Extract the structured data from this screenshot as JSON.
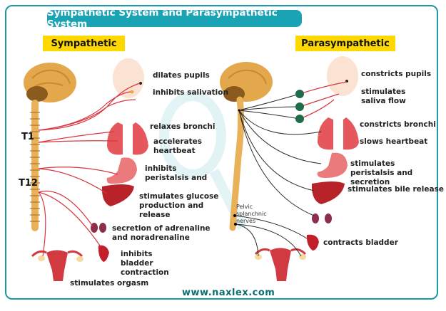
{
  "title": "Sympathetic System and Parasympathetic System",
  "colors": {
    "frame": "#1a9aa8",
    "title_bg": "#1aa3b3",
    "label_bg": "#ffd800",
    "sympathetic_nerve": "#d9363e",
    "parasympathetic_nerve": "#2b2b2b",
    "ganglion": "#1f6b4a",
    "spine": "#e9b25a",
    "footer": "#0b6e72"
  },
  "sympathetic": {
    "label": "Sympathetic",
    "vertebra_labels": [
      "T1",
      "T12"
    ],
    "effects": [
      {
        "organ": "eye",
        "text": "dilates pupils"
      },
      {
        "organ": "salivary-gland",
        "text": "inhibits salivation"
      },
      {
        "organ": "lungs",
        "text": "relaxes bronchi"
      },
      {
        "organ": "heart",
        "text": "accelerates heartbeat"
      },
      {
        "organ": "stomach",
        "text": "inhibits peristalsis and"
      },
      {
        "organ": "liver",
        "text": "stimulates glucose production and release"
      },
      {
        "organ": "adrenal",
        "text": "secretion of adrenaline and noradrenaline"
      },
      {
        "organ": "bladder",
        "text": "inhibits bladder contraction"
      },
      {
        "organ": "reproductive",
        "text": "stimulates orgasm"
      }
    ]
  },
  "parasympathetic": {
    "label": "Parasympathetic",
    "nerve_label": "Pelvic splanchnic nerves",
    "effects": [
      {
        "organ": "eye",
        "text": "constricts pupils"
      },
      {
        "organ": "salivary-gland",
        "text": "stimulates saliva flow"
      },
      {
        "organ": "lungs",
        "text": "constricts bronchi"
      },
      {
        "organ": "heart",
        "text": "slows heartbeat"
      },
      {
        "organ": "stomach",
        "text": "stimulates peristalsis and secretion"
      },
      {
        "organ": "liver",
        "text": "stimulates bile release"
      },
      {
        "organ": "bladder",
        "text": "contracts bladder"
      }
    ]
  },
  "footer": "www.naxlex.com"
}
